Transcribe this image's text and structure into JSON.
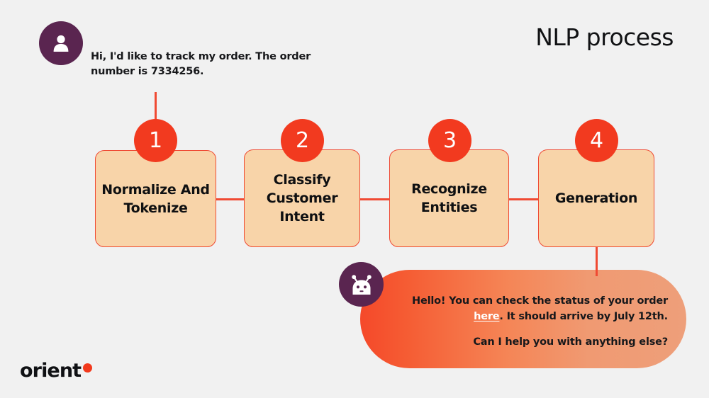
{
  "page": {
    "title": "NLP process",
    "background_color": "#f1f1f1"
  },
  "colors": {
    "accent_red": "#f23a1f",
    "connector_red": "#f04a33",
    "box_fill": "#f8d4a9",
    "box_border": "#ef4a33",
    "avatar_purple": "#5a2550",
    "bubble_gradient_start": "#f5492a",
    "bubble_gradient_end": "#eeb79a",
    "text_dark": "#0f1012",
    "link_white": "#ffffff"
  },
  "conversation": {
    "user_message": {
      "speaker": "user",
      "avatar_icon": "user-person-icon",
      "text": "Hi, I'd like to track my order. The order number is 7334256."
    },
    "bot_message": {
      "speaker": "bot",
      "avatar_icon": "robot-icon",
      "line_1_before_link": "Hello! You can check the status of your order",
      "link_text": "here",
      "line_1_after_link": ". It should arrive by July 12th.",
      "line_2": "Can I help you with anything else?"
    }
  },
  "flow": {
    "steps": [
      {
        "number": "1",
        "label": "Normalize And Tokenize"
      },
      {
        "number": "2",
        "label": "Classify Customer Intent"
      },
      {
        "number": "3",
        "label": "Recognize Entities"
      },
      {
        "number": "4",
        "label": "Generation"
      }
    ]
  },
  "brand": {
    "logo_text": "orient",
    "logo_dot_color": "#f2391c"
  }
}
